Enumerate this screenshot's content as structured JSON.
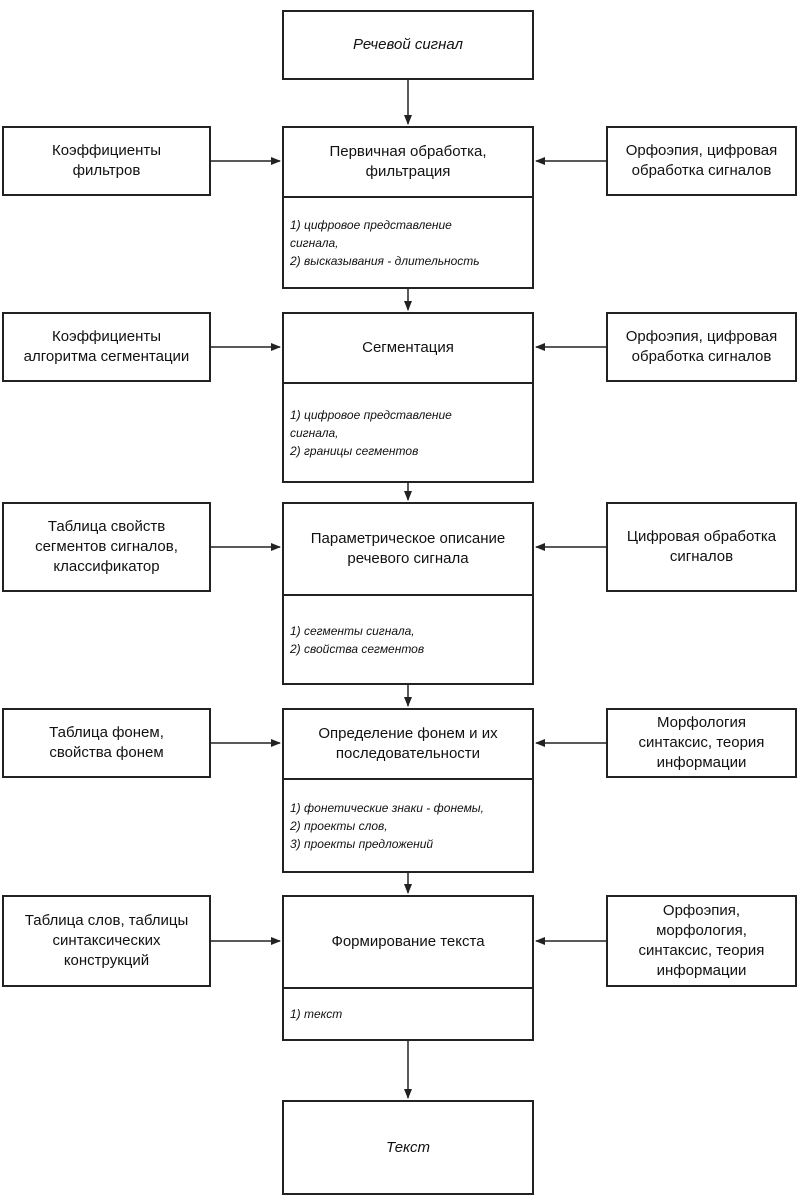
{
  "diagram": {
    "start": "Речевой сигнал",
    "end": "Текст",
    "stages": [
      {
        "title": "Первичная обработка,\nфильтрация",
        "outputs": [
          "1) цифровое представление",
          "сигнала,",
          "2) высказывания - длительность"
        ],
        "left": "Коэффициенты\nфильтров",
        "right": "Орфоэпия, цифровая\nобработка сигналов"
      },
      {
        "title": "Сегментация",
        "outputs": [
          "1) цифровое представление",
          "сигнала,",
          "2) границы сегментов"
        ],
        "left": "Коэффициенты\nалгоритма сегментации",
        "right": "Орфоэпия, цифровая\nобработка сигналов"
      },
      {
        "title": "Параметрическое описание\nречевого сигнала",
        "outputs": [
          "1) сегменты сигнала,",
          "2) свойства сегментов"
        ],
        "left": "Таблица свойств\nсегментов сигналов,\nклассификатор",
        "right": "Цифровая обработка\nсигналов"
      },
      {
        "title": "Определение фонем и их\nпоследовательности",
        "outputs": [
          "1) фонетические знаки - фонемы,",
          "2) проекты слов,",
          "3) проекты предложений"
        ],
        "left": "Таблица фонем,\nсвойства фонем",
        "right": "Морфология\nсинтаксис, теория\nинформации"
      },
      {
        "title": "Формирование текста",
        "outputs": [
          "1) текст"
        ],
        "left": "Таблица слов, таблицы\nсинтаксических\nконструкций",
        "right": "Орфоэпия,\nморфология,\nсинтаксис, теория\nинформации"
      }
    ]
  }
}
